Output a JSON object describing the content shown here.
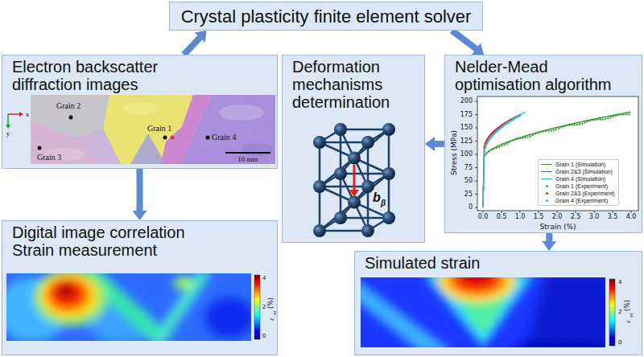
{
  "diagram": {
    "nodes": [
      {
        "text": [
          "Crystal plasticity finite element solver"
        ]
      },
      {
        "text": [
          "Electron backscatter diffraction images"
        ]
      },
      {
        "text": [
          "Deformation mechanisms determination"
        ]
      },
      {
        "text": [
          "Nelder-Mead optimisation algorithm"
        ]
      },
      {
        "text": [
          "Digital image correlation",
          "Strain measurement"
        ]
      },
      {
        "text": [
          "Simulated strain"
        ]
      }
    ],
    "edges": [
      {
        "from": 1,
        "to": 0,
        "arrow": "to"
      },
      {
        "from": 0,
        "to": 3,
        "arrow": "to"
      },
      {
        "from": 1,
        "to": 4,
        "arrow": "to"
      },
      {
        "from": 3,
        "to": 2,
        "arrow": "to"
      },
      {
        "from": 3,
        "to": 5,
        "arrow": "to"
      }
    ],
    "labels": [
      "Grain 2",
      "Grain 1",
      "Grain 3",
      "Grain 4",
      "10 mm",
      "x",
      "y",
      "b",
      "β",
      "200",
      "175",
      "150",
      "125",
      "100",
      "75",
      "50",
      "25",
      "0",
      "Stress (MPa)",
      "0.0",
      "0.5",
      "1.0",
      "1.5",
      "2.0",
      "2.5",
      "3.0",
      "3.5",
      "4.0",
      "Strain (%)",
      "4",
      "2",
      "0",
      "ε",
      "xx",
      "(%)",
      "4",
      "2",
      "0",
      "ε",
      "xx",
      "(%)"
    ],
    "legend": [
      {
        "text": "Grain 1 (Simulation)"
      },
      {
        "text": "Grain 2&3 (Simulation)"
      },
      {
        "text": "Grain 4 (Simulation)"
      },
      {
        "text": "Grain 1 (Experiment)"
      },
      {
        "text": "Grain 2&3 (Experiment)"
      },
      {
        "text": "Grain 4 (Experiment)"
      }
    ]
  }
}
